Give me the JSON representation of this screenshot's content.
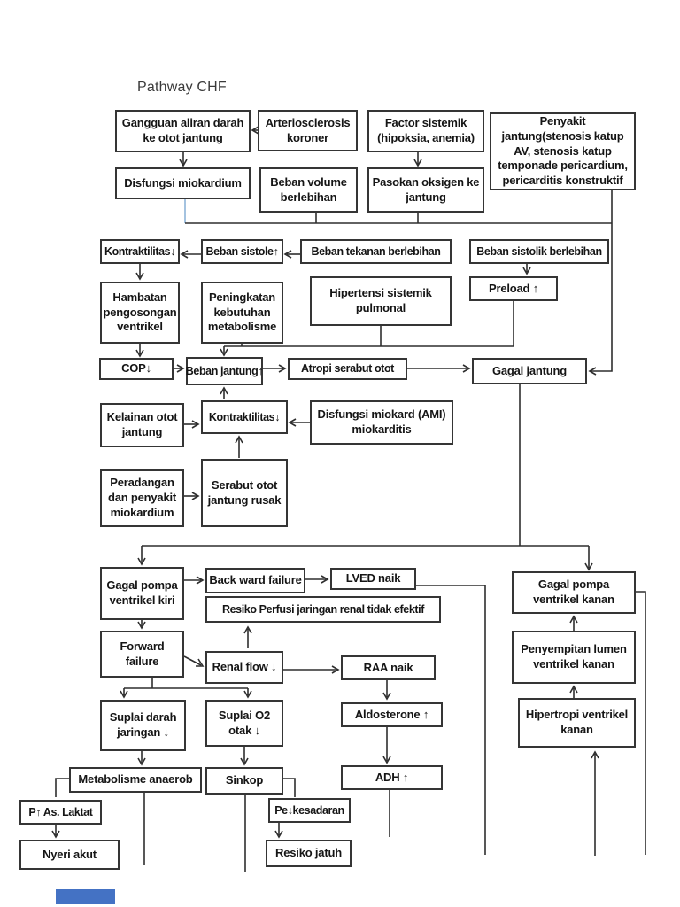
{
  "title": "Pathway CHF",
  "colors": {
    "line": "#2e2e2e",
    "accent_blue_line": "#8eb4d8",
    "bottom_blue_box": "#4472c4"
  },
  "nodes": {
    "gangguan_aliran": {
      "label": "Gangguan aliran darah ke otot jantung"
    },
    "arteriosclerosis": {
      "label": "Arteriosclerosis koroner"
    },
    "factor_sistemik": {
      "label": "Factor sistemik (hipoksia, anemia)"
    },
    "penyakit_jantung": {
      "label": "Penyakit jantung(stenosis katup AV, stenosis katup temponade pericardium, pericarditis konstruktif"
    },
    "disfungsi_miokardium": {
      "label": "Disfungsi miokardium"
    },
    "beban_volume": {
      "label": "Beban volume berlebihan"
    },
    "pasokan_oksigen": {
      "label": "Pasokan oksigen ke jantung"
    },
    "kontraktilitas1": {
      "label": "Kontraktilitas↓"
    },
    "beban_sistole": {
      "label": "Beban sistole↑"
    },
    "beban_tekanan": {
      "label": "Beban tekanan berlebihan"
    },
    "beban_sistolik": {
      "label": "Beban sistolik berlebihan"
    },
    "hambatan": {
      "label": "Hambatan pengosongan ventrikel"
    },
    "peningkatan": {
      "label": "Peningkatan kebutuhan metabolisme"
    },
    "hipertensi": {
      "label": "Hipertensi sistemik pulmonal"
    },
    "preload": {
      "label": "Preload ↑"
    },
    "cop": {
      "label": "COP↓"
    },
    "beban_jantung": {
      "label": "Beban jantung↑"
    },
    "atropi": {
      "label": "Atropi serabut otot"
    },
    "gagal_jantung": {
      "label": "Gagal jantung"
    },
    "kelainan_otot": {
      "label": "Kelainan otot jantung"
    },
    "kontraktilitas2": {
      "label": "Kontraktilitas↓"
    },
    "disfungsi_miokard_ami": {
      "label": "Disfungsi miokard (AMI) miokarditis"
    },
    "peradangan": {
      "label": "Peradangan dan penyakit miokardium"
    },
    "serabut_rusak": {
      "label": "Serabut otot jantung rusak"
    },
    "gagal_pompa_kiri": {
      "label": "Gagal pompa ventrikel kiri"
    },
    "backward_failure": {
      "label": "Back ward failure"
    },
    "lved_naik": {
      "label": "LVED naik"
    },
    "gagal_pompa_kanan": {
      "label": "Gagal pompa ventrikel kanan"
    },
    "resiko_perfusi": {
      "label": "Resiko Perfusi jaringan renal tidak efektif"
    },
    "forward_failure": {
      "label": "Forward failure"
    },
    "renal_flow": {
      "label": "Renal flow ↓"
    },
    "raa_naik": {
      "label": "RAA naik"
    },
    "suplai_darah": {
      "label": "Suplai darah jaringan ↓"
    },
    "suplai_o2": {
      "label": "Suplai O2 otak ↓"
    },
    "aldosterone": {
      "label": "Aldosterone ↑"
    },
    "metabolisme_anaerob": {
      "label": "Metabolisme anaerob"
    },
    "sinkop": {
      "label": "Sinkop"
    },
    "adh": {
      "label": "ADH ↑"
    },
    "as_laktat": {
      "label": "P↑ As. Laktat"
    },
    "pe_kesadaran": {
      "label": "Pe↓kesadaran"
    },
    "nyeri_akut": {
      "label": "Nyeri akut"
    },
    "resiko_jatuh": {
      "label": "Resiko jatuh"
    },
    "penyempitan_lumen": {
      "label": "Penyempitan lumen ventrikel kanan"
    },
    "hipertropi": {
      "label": "Hipertropi ventrikel kanan"
    }
  }
}
